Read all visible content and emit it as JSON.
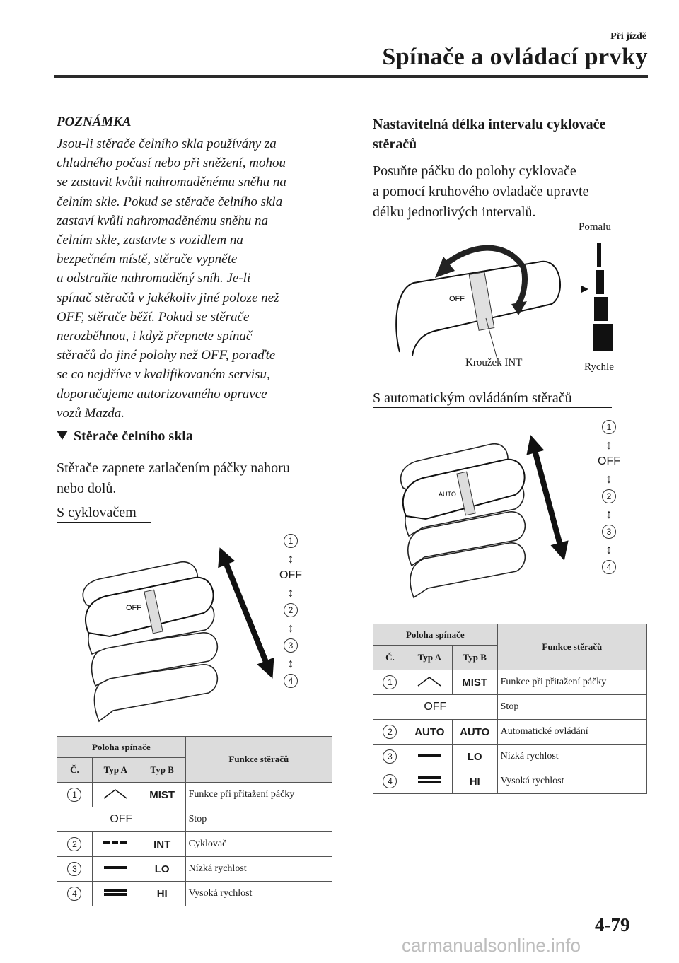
{
  "header": {
    "section": "Při jízdě",
    "title": "Spínače a ovládací prvky"
  },
  "note": {
    "heading": "POZNÁMKA",
    "lines": [
      "Jsou-li stěrače čelního skla používány za",
      "chladného počasí nebo při sněžení, mohou",
      "se zastavit kvůli nahromaděnému sněhu na",
      "čelním skle. Pokud se stěrače čelního skla",
      "zastaví kvůli nahromaděnému sněhu na",
      "čelním skle, zastavte s vozidlem na",
      "bezpečném místě, stěrače vypněte",
      "a odstraňte nahromaděný sníh. Je-li",
      "spínač stěračů v jakékoliv jiné poloze než",
      "OFF, stěrače běží. Pokud se stěrače",
      "nerozběhnou, i když přepnete spínač",
      "stěračů do jiné polohy než OFF, poraďte",
      "se co nejdříve v kvalifikovaném servisu,",
      "doporučujeme autorizovaného opravce",
      "vozů Mazda."
    ]
  },
  "wipers": {
    "heading": "Stěrače čelního skla",
    "lines": [
      "Stěrače zapnete zatlačením páčky nahoru",
      "nebo dolů."
    ]
  },
  "with_intermittent": {
    "heading": "S cyklovačem",
    "positions": [
      "1",
      "OFF",
      "2",
      "3",
      "4"
    ],
    "table": {
      "header_pos": "Poloha spínače",
      "header_fn": "Funkce stěračů",
      "col_no": "Č.",
      "col_a": "Typ A",
      "col_b": "Typ B",
      "rows": [
        {
          "no": "1",
          "b": "MIST",
          "fn": "Funkce při přitažení páčky"
        },
        {
          "b": "OFF",
          "fn": "Stop"
        },
        {
          "no": "2",
          "b": "INT",
          "fn": "Cyklovač"
        },
        {
          "no": "3",
          "b": "LO",
          "fn": "Nízká rychlost"
        },
        {
          "no": "4",
          "b": "HI",
          "fn": "Vysoká rychlost"
        }
      ]
    }
  },
  "interval": {
    "heading_lines": [
      "Nastavitelná délka intervalu cyklovače",
      "stěračů"
    ],
    "lines": [
      "Posuňte páčku do polohy cyklovače",
      "a pomocí kruhového ovladače upravte",
      "délku jednotlivých intervalů."
    ],
    "label_slow": "Pomalu",
    "label_fast": "Rychle",
    "label_ring": "Kroužek INT",
    "lever_off": "OFF"
  },
  "with_auto": {
    "heading": "S automatickým ovládáním stěračů",
    "positions": [
      "1",
      "OFF",
      "2",
      "3",
      "4"
    ],
    "lever_auto": "AUTO",
    "table": {
      "header_pos": "Poloha spínače",
      "header_fn": "Funkce stěračů",
      "col_no": "Č.",
      "col_a": "Typ A",
      "col_b": "Typ B",
      "rows": [
        {
          "no": "1",
          "b": "MIST",
          "fn": "Funkce při přitažení páčky"
        },
        {
          "b": "OFF",
          "fn": "Stop"
        },
        {
          "no": "2",
          "a": "AUTO",
          "b": "AUTO",
          "fn": "Automatické ovládání"
        },
        {
          "no": "3",
          "b": "LO",
          "fn": "Nízká rychlost"
        },
        {
          "no": "4",
          "b": "HI",
          "fn": "Vysoká rychlost"
        }
      ]
    }
  },
  "footer": {
    "page": "4-79",
    "watermark": "carmanualsonline.info"
  }
}
